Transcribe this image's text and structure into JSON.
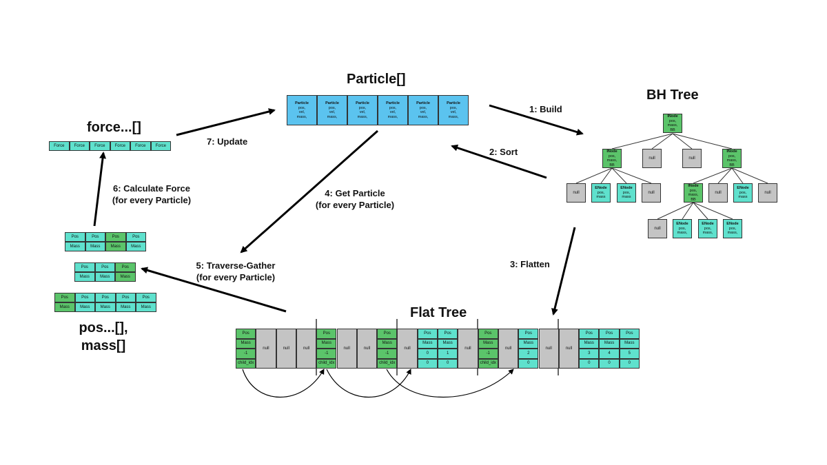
{
  "titles": {
    "particle": "Particle[]",
    "bh_tree": "BH Tree",
    "force": "force...[]",
    "flat_tree": "Flat Tree",
    "pos_mass_line1": "pos...[],",
    "pos_mass_line2": "mass[]"
  },
  "steps": {
    "s1": "1: Build",
    "s2": "2: Sort",
    "s3": "3: Flatten",
    "s4_line1": "4: Get Particle",
    "s4_line2": "(for every Particle)",
    "s5_line1": "5: Traverse-Gather",
    "s5_line2": "(for every Particle)",
    "s6_line1": "6: Calculate Force",
    "s6_line2": "(for every Particle)",
    "s7": "7: Update"
  },
  "particle_cell": {
    "name": "Particle",
    "fields": [
      "pos,",
      "vel,",
      "mass,"
    ]
  },
  "particle_count": 6,
  "force_cells": [
    "Force",
    "Force",
    "Force",
    "Force",
    "Force",
    "Force"
  ],
  "tree_labels": {
    "inode": "INode",
    "inode_fields": [
      "pos,",
      "mass,",
      "BB"
    ],
    "enode": "ENode",
    "enode_fields": [
      "pos,",
      "mass"
    ],
    "enode_fields_comma": [
      "pos,",
      "mass,"
    ],
    "null": "null"
  },
  "gather_labels": {
    "pos": "Pos",
    "mass": "Mass"
  },
  "flat_labels": {
    "pos": "Pos",
    "mass": "Mass",
    "neg": "-1",
    "child": "child_idx",
    "null": "null",
    "e1_vals": [
      "0",
      "1"
    ],
    "e1_zero": [
      "0",
      "0"
    ],
    "e2_vals": [
      "2"
    ],
    "e2_zero": [
      "0"
    ],
    "e3_vals": [
      "3",
      "4",
      "5"
    ],
    "e3_zero": [
      "0",
      "0",
      "0"
    ]
  },
  "colors": {
    "particle": "#5bc3ef",
    "enode": "#5fe1cd",
    "inode": "#5bc46a",
    "null": "#c4c4c4"
  }
}
